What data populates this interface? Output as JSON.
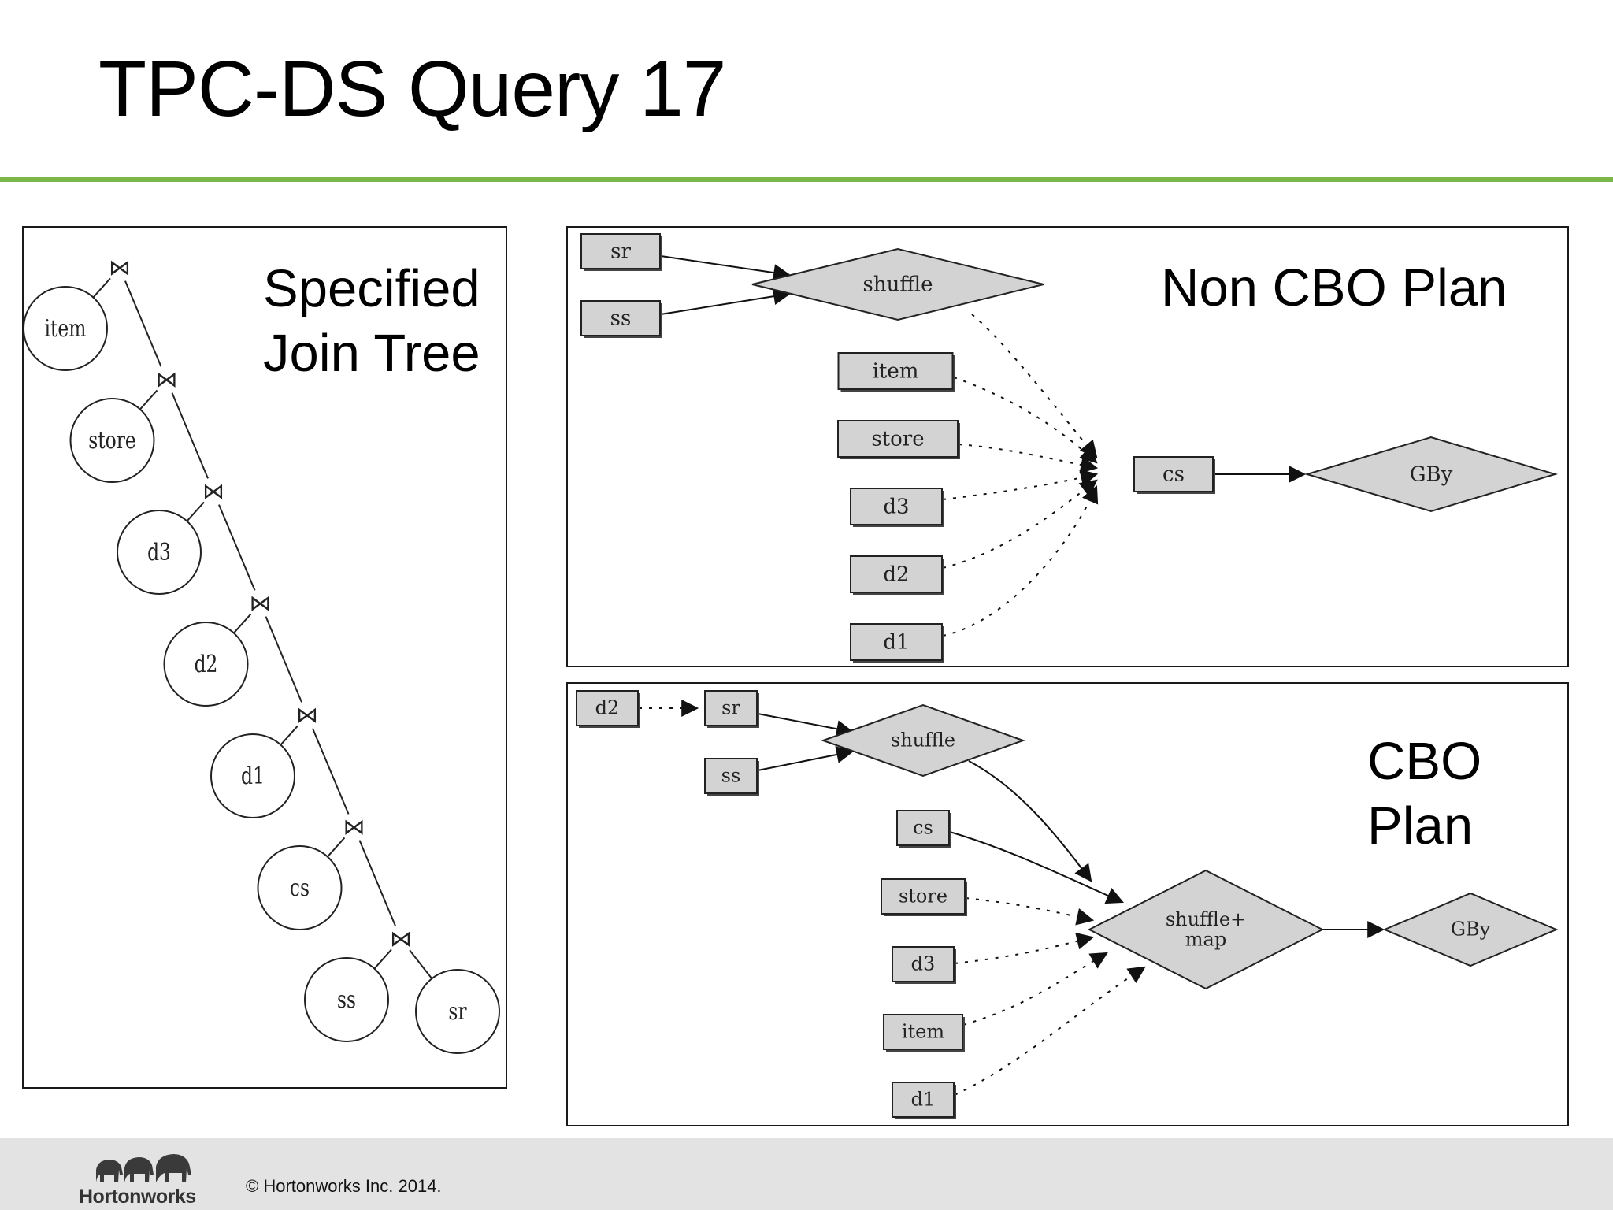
{
  "slide": {
    "title": "TPC-DS Query 17",
    "rule_color": "#7ab648",
    "background": "#ffffff"
  },
  "join_tree": {
    "label_lines": [
      "Specified",
      "Join Tree"
    ],
    "join_symbol": "⋈",
    "leaf_order": [
      "item",
      "store",
      "d3",
      "d2",
      "d1",
      "cs",
      "ss",
      "sr"
    ],
    "join_nodes": 7,
    "edges": [
      [
        "join-1",
        "item"
      ],
      [
        "join-1",
        "join-2"
      ],
      [
        "join-2",
        "store"
      ],
      [
        "join-2",
        "join-3"
      ],
      [
        "join-3",
        "d3"
      ],
      [
        "join-3",
        "join-4"
      ],
      [
        "join-4",
        "d2"
      ],
      [
        "join-4",
        "join-5"
      ],
      [
        "join-5",
        "d1"
      ],
      [
        "join-5",
        "join-6"
      ],
      [
        "join-6",
        "cs"
      ],
      [
        "join-6",
        "join-7"
      ],
      [
        "join-7",
        "ss"
      ],
      [
        "join-7",
        "sr"
      ]
    ]
  },
  "non_cbo_plan": {
    "label": "Non CBO Plan",
    "node_fill": "#d3d3d3",
    "nodes": [
      {
        "id": "sr",
        "label": "sr",
        "shape": "box"
      },
      {
        "id": "ss",
        "label": "ss",
        "shape": "box"
      },
      {
        "id": "shuffle",
        "label": "shuffle",
        "shape": "diamond"
      },
      {
        "id": "item",
        "label": "item",
        "shape": "box"
      },
      {
        "id": "store",
        "label": "store",
        "shape": "box"
      },
      {
        "id": "d3",
        "label": "d3",
        "shape": "box"
      },
      {
        "id": "d2",
        "label": "d2",
        "shape": "box"
      },
      {
        "id": "d1",
        "label": "d1",
        "shape": "box"
      },
      {
        "id": "cs",
        "label": "cs",
        "shape": "box"
      },
      {
        "id": "gby",
        "label": "GBy",
        "shape": "diamond"
      }
    ],
    "edges": [
      {
        "from": "sr",
        "to": "shuffle",
        "style": "solid"
      },
      {
        "from": "ss",
        "to": "shuffle",
        "style": "solid"
      },
      {
        "from": "shuffle",
        "to": "cs",
        "style": "dotted"
      },
      {
        "from": "item",
        "to": "cs",
        "style": "dotted"
      },
      {
        "from": "store",
        "to": "cs",
        "style": "dotted"
      },
      {
        "from": "d3",
        "to": "cs",
        "style": "dotted"
      },
      {
        "from": "d2",
        "to": "cs",
        "style": "dotted"
      },
      {
        "from": "d1",
        "to": "cs",
        "style": "dotted"
      },
      {
        "from": "cs",
        "to": "gby",
        "style": "solid"
      }
    ]
  },
  "cbo_plan": {
    "label_lines": [
      "CBO",
      "Plan"
    ],
    "node_fill": "#d3d3d3",
    "nodes": [
      {
        "id": "d2",
        "label": "d2",
        "shape": "box"
      },
      {
        "id": "sr",
        "label": "sr",
        "shape": "box"
      },
      {
        "id": "ss",
        "label": "ss",
        "shape": "box"
      },
      {
        "id": "shuffle",
        "label": "shuffle",
        "shape": "diamond"
      },
      {
        "id": "cs",
        "label": "cs",
        "shape": "box"
      },
      {
        "id": "store",
        "label": "store",
        "shape": "box"
      },
      {
        "id": "d3",
        "label": "d3",
        "shape": "box"
      },
      {
        "id": "item",
        "label": "item",
        "shape": "box"
      },
      {
        "id": "d1",
        "label": "d1",
        "shape": "box"
      },
      {
        "id": "shufflemap",
        "label": "shuffle+\nmap",
        "shape": "diamond"
      },
      {
        "id": "gby",
        "label": "GBy",
        "shape": "diamond"
      }
    ],
    "edges": [
      {
        "from": "d2",
        "to": "sr",
        "style": "dotted"
      },
      {
        "from": "sr",
        "to": "shuffle",
        "style": "solid"
      },
      {
        "from": "ss",
        "to": "shuffle",
        "style": "solid"
      },
      {
        "from": "shuffle",
        "to": "shufflemap",
        "style": "solid"
      },
      {
        "from": "cs",
        "to": "shufflemap",
        "style": "solid"
      },
      {
        "from": "store",
        "to": "shufflemap",
        "style": "dotted"
      },
      {
        "from": "d3",
        "to": "shufflemap",
        "style": "dotted"
      },
      {
        "from": "item",
        "to": "shufflemap",
        "style": "dotted"
      },
      {
        "from": "d1",
        "to": "shufflemap",
        "style": "dotted"
      },
      {
        "from": "shufflemap",
        "to": "gby",
        "style": "solid"
      }
    ]
  },
  "footer": {
    "logo_text": "Hortonworks",
    "copyright": "© Hortonworks Inc. 2014.",
    "background": "#e3e3e3"
  }
}
